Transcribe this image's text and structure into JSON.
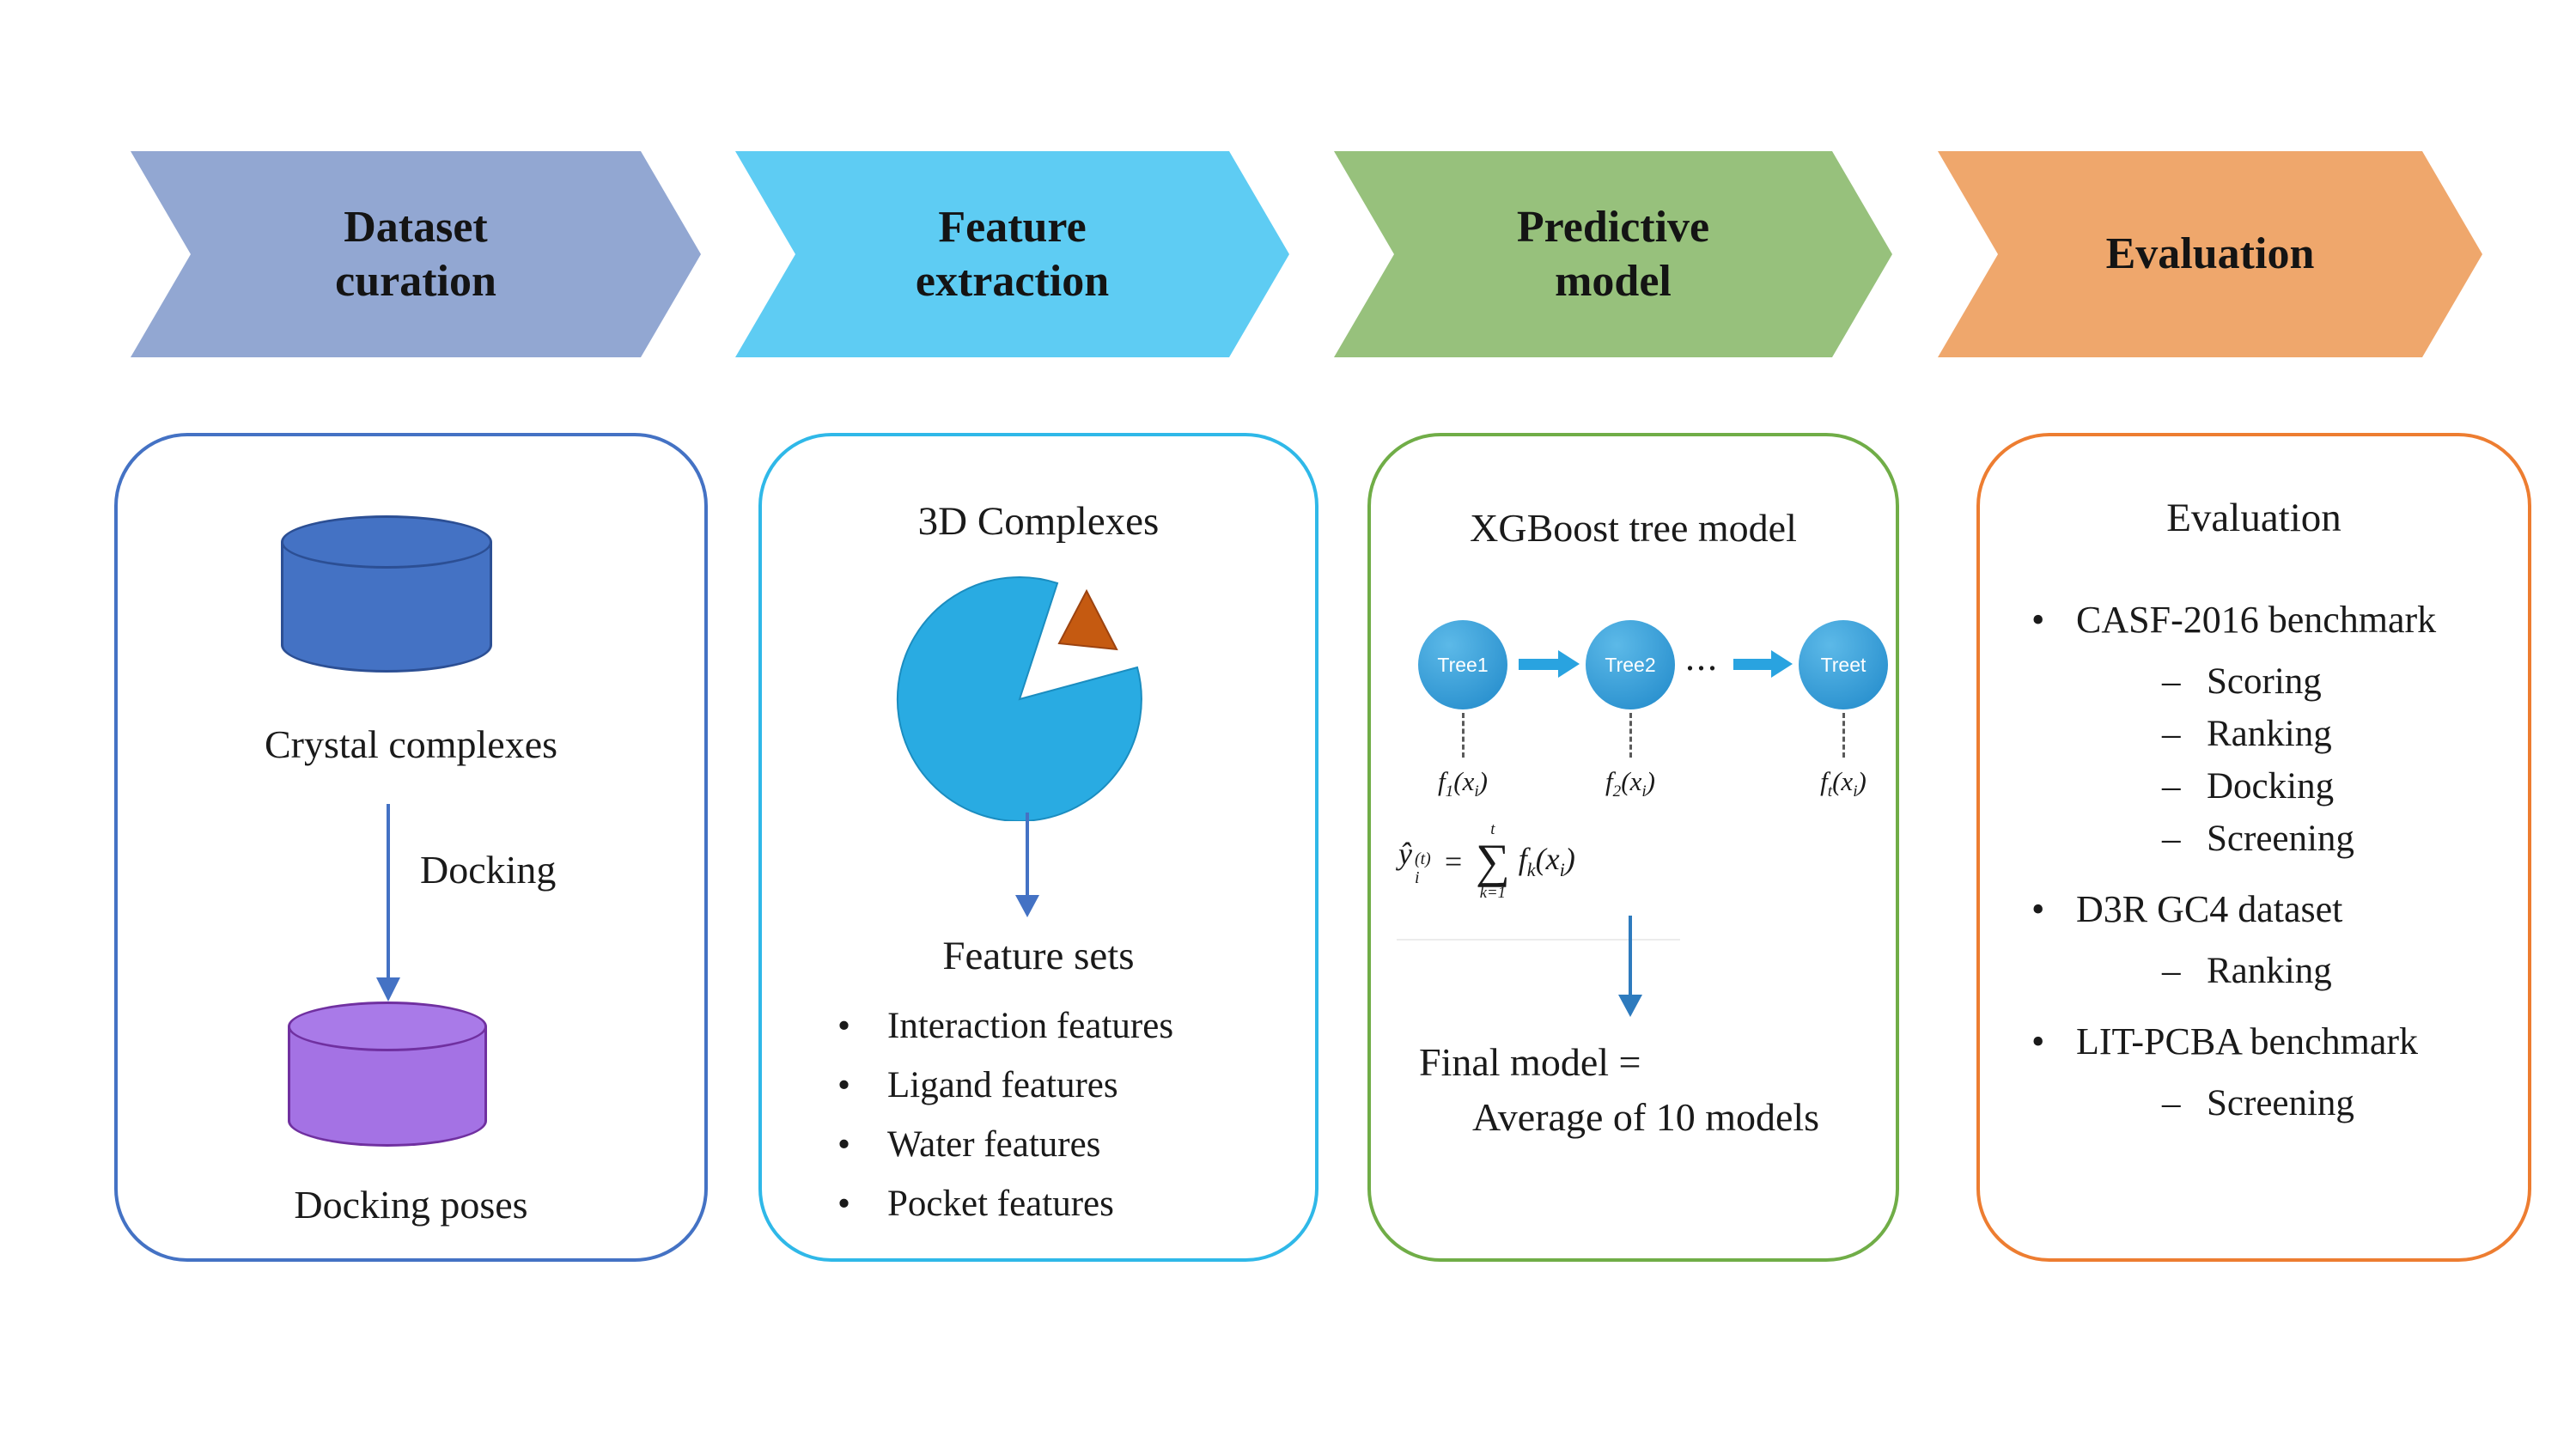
{
  "stages": [
    {
      "line1": "Dataset",
      "line2": "curation"
    },
    {
      "line1": "Feature",
      "line2": "extraction"
    },
    {
      "line1": "Predictive",
      "line2": "model"
    },
    {
      "line1": "Evaluation",
      "line2": ""
    }
  ],
  "dataset_panel": {
    "crystal_label": "Crystal complexes",
    "arrow_label": "Docking",
    "poses_label": "Docking poses"
  },
  "feature_panel": {
    "title": "3D Complexes",
    "subtitle": "Feature sets",
    "bullets": [
      "Interaction features",
      "Ligand features",
      "Water features",
      "Pocket features"
    ]
  },
  "model_panel": {
    "title": "XGBoost tree model",
    "ellipsis": "...",
    "trees": [
      {
        "label": "Tree1",
        "fn": {
          "base": "f",
          "sub": "1",
          "open": "(",
          "arg": "x",
          "arg_sub": "i",
          "close": ")"
        }
      },
      {
        "label": "Tree2",
        "fn": {
          "base": "f",
          "sub": "2",
          "open": "(",
          "arg": "x",
          "arg_sub": "i",
          "close": ")"
        }
      },
      {
        "label": "Treet",
        "fn": {
          "base": "f",
          "sub": "t",
          "open": "(",
          "arg": "x",
          "arg_sub": "i",
          "close": ")"
        }
      }
    ],
    "formula": {
      "lhs_base": "ŷ",
      "lhs_sup": "(t)",
      "lhs_sub": "i",
      "equals": "=",
      "sum_top": "t",
      "sum_symbol": "∑",
      "sum_bottom": "k=1",
      "rhs_base": "f",
      "rhs_sub": "k",
      "rhs_open": "(",
      "rhs_arg": "x",
      "rhs_arg_sub": "i",
      "rhs_close": ")"
    },
    "final_line1": "Final model =",
    "final_line2": "Average of 10 models"
  },
  "evaluation_panel": {
    "title": "Evaluation",
    "items": [
      {
        "label": "CASF-2016 benchmark",
        "subitems": [
          "Scoring",
          "Ranking",
          "Docking",
          "Screening"
        ]
      },
      {
        "label": "D3R GC4 dataset",
        "subitems": [
          "Ranking"
        ]
      },
      {
        "label": "LIT-PCBA benchmark",
        "subitems": [
          "Screening"
        ]
      }
    ]
  },
  "colors": {
    "stage_dataset": "#92a7d2",
    "stage_feature": "#5eccf3",
    "stage_model": "#97c17c",
    "stage_evaluation": "#efa76c",
    "panel_border_dataset": "#4472c4",
    "panel_border_feature": "#2fb8e8",
    "panel_border_model": "#70ad47",
    "panel_border_evaluation": "#ed7d31",
    "cylinder_blue": "#4472c4",
    "cylinder_purple": "#a472e4",
    "pie_blue": "#29abe2",
    "triangle_orange": "#c55a11",
    "tree_node_blue": "#2f9ad8",
    "arrow_blue": "#4472c4"
  }
}
